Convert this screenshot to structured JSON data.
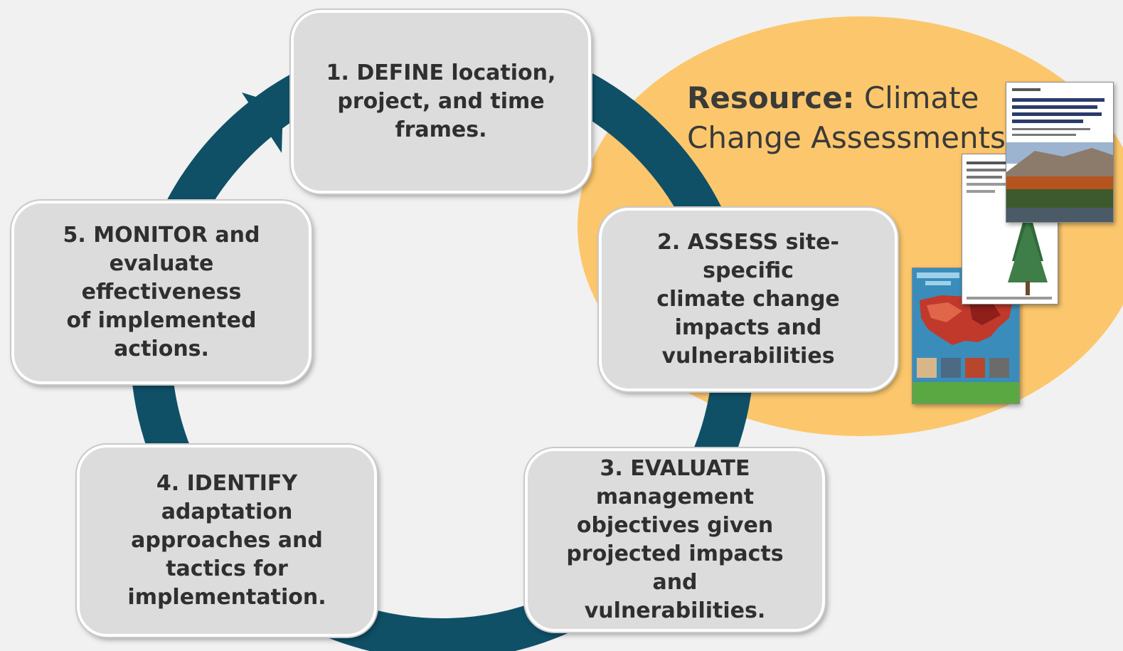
{
  "colors": {
    "background": "#f1f1f1",
    "cycle_ring": "#0f5067",
    "resource_oval": "#fcc76c",
    "box_fill": "#dcdcdc",
    "box_border": "#ffffff",
    "text": "#2f2f2f"
  },
  "cycle": {
    "steps": [
      {
        "label": "1. DEFINE location,\nproject, and time\nframes."
      },
      {
        "label": "2. ASSESS site-specific\nclimate change\nimpacts and\nvulnerabilities"
      },
      {
        "label": "3. EVALUATE\nmanagement\nobjectives given\nprojected impacts and\nvulnerabilities."
      },
      {
        "label": "4. IDENTIFY\nadaptation\napproaches and\ntactics for\nimplementation."
      },
      {
        "label": "5. MONITOR and\nevaluate effectiveness\nof implemented\nactions."
      }
    ]
  },
  "resource": {
    "title_bold": "Resource:",
    "title_rest": " Climate\nChange Assessments",
    "documents": [
      {
        "name": "climate-change-impacts-us-report-cover"
      },
      {
        "name": "forest-vulnerability-report-cover"
      },
      {
        "name": "forest-ecosystem-vulnerability-assessment-cover"
      }
    ]
  }
}
